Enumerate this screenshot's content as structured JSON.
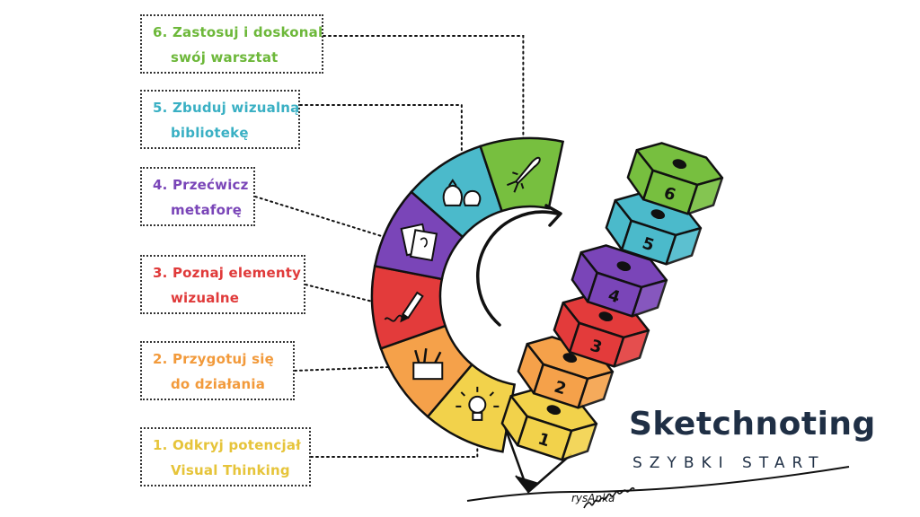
{
  "steps": [
    {
      "line1": "1. Odkryj potencjał",
      "line2": "Visual Thinking",
      "color": "#f2d24b",
      "box_color": "#e6c43a",
      "icon": "lightbulb-icon",
      "pencil_number": "1"
    },
    {
      "line1": "2. Przygotuj się",
      "line2": "do działania",
      "color": "#f5a14a",
      "box_color": "#f29a3b",
      "icon": "toolbox-icon",
      "pencil_number": "2"
    },
    {
      "line1": "3. Poznaj elementy",
      "line2": "wizualne",
      "color": "#e33b3b",
      "box_color": "#e03a3a",
      "icon": "pencil-drawing-icon",
      "pencil_number": "3"
    },
    {
      "line1": "4. Przećwicz",
      "line2": "metaforę",
      "color": "#7a45b8",
      "box_color": "#7a45b8",
      "icon": "cards-icon",
      "pencil_number": "4"
    },
    {
      "line1": "5. Zbuduj wizualną",
      "line2": "bibliotekę",
      "color": "#4bbacb",
      "box_color": "#3ab0c4",
      "icon": "money-bags-icon",
      "pencil_number": "5"
    },
    {
      "line1": "6. Zastosuj i doskonal",
      "line2": "swój warsztat",
      "color": "#77bf3f",
      "box_color": "#6db83a",
      "icon": "rocket-icon",
      "pencil_number": "6"
    }
  ],
  "brand": {
    "title": "Sketchnoting",
    "subtitle": "SZYBKI START",
    "signature": "rysAnka",
    "color": "#1f2f45"
  },
  "colors": {
    "outline": "#111111",
    "background": "#ffffff"
  }
}
